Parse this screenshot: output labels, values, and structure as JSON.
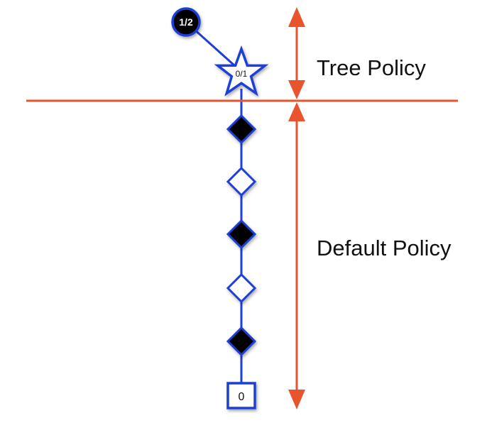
{
  "diagram": {
    "labels": {
      "tree_policy": "Tree Policy",
      "default_policy": "Default Policy"
    },
    "nodes": {
      "root": {
        "label": "1/2",
        "shape": "circle",
        "fill": "#000000"
      },
      "new_node": {
        "label": "0/1",
        "shape": "star",
        "fill": "#ffffff"
      },
      "sim_1": {
        "shape": "diamond",
        "fill": "#000000"
      },
      "sim_2": {
        "shape": "diamond",
        "fill": "#ffffff"
      },
      "sim_3": {
        "shape": "diamond",
        "fill": "#000000"
      },
      "sim_4": {
        "shape": "diamond",
        "fill": "#ffffff"
      },
      "sim_5": {
        "shape": "diamond",
        "fill": "#000000"
      },
      "terminal": {
        "label": "0",
        "shape": "square",
        "fill": "#ffffff"
      }
    },
    "colors": {
      "edge": "#1f3fd6",
      "divider": "#e8542e",
      "arrow": "#e8542e",
      "node_stroke": "#1f3fd6"
    }
  }
}
